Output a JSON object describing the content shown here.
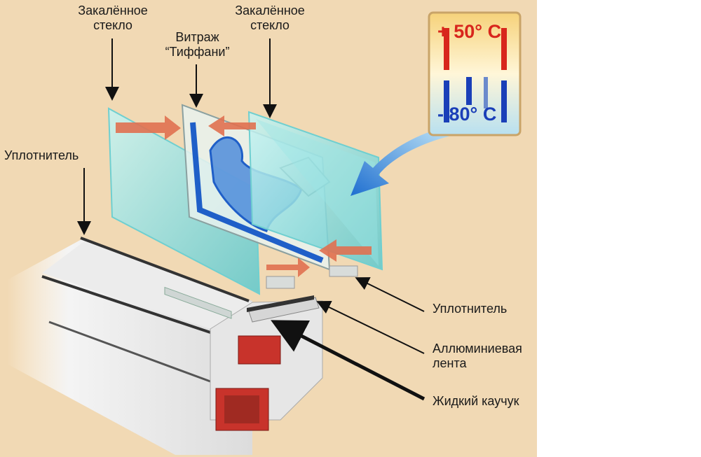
{
  "labels": {
    "tempered_glass_left": [
      "Закалённое",
      "стекло"
    ],
    "stained_glass": [
      "Витраж",
      "“Тиффани”"
    ],
    "tempered_glass_right": [
      "Закалённое",
      "стекло"
    ],
    "seal_left": "Уплотнитель",
    "seal_right": "Уплотнитель",
    "aluminum_tape": [
      "Аллюминиевая",
      "лента"
    ],
    "liquid_rubber": "Жидкий каучук"
  },
  "temperature_badge": {
    "hot": "+ 50° C",
    "cold": "- 80° C"
  },
  "colors": {
    "background": "#f1d9b4",
    "glass": "#8fe0e0",
    "hot": "#d8261c",
    "cold": "#1a3fb8",
    "stained_glass_blue": "#1f5fc8"
  }
}
